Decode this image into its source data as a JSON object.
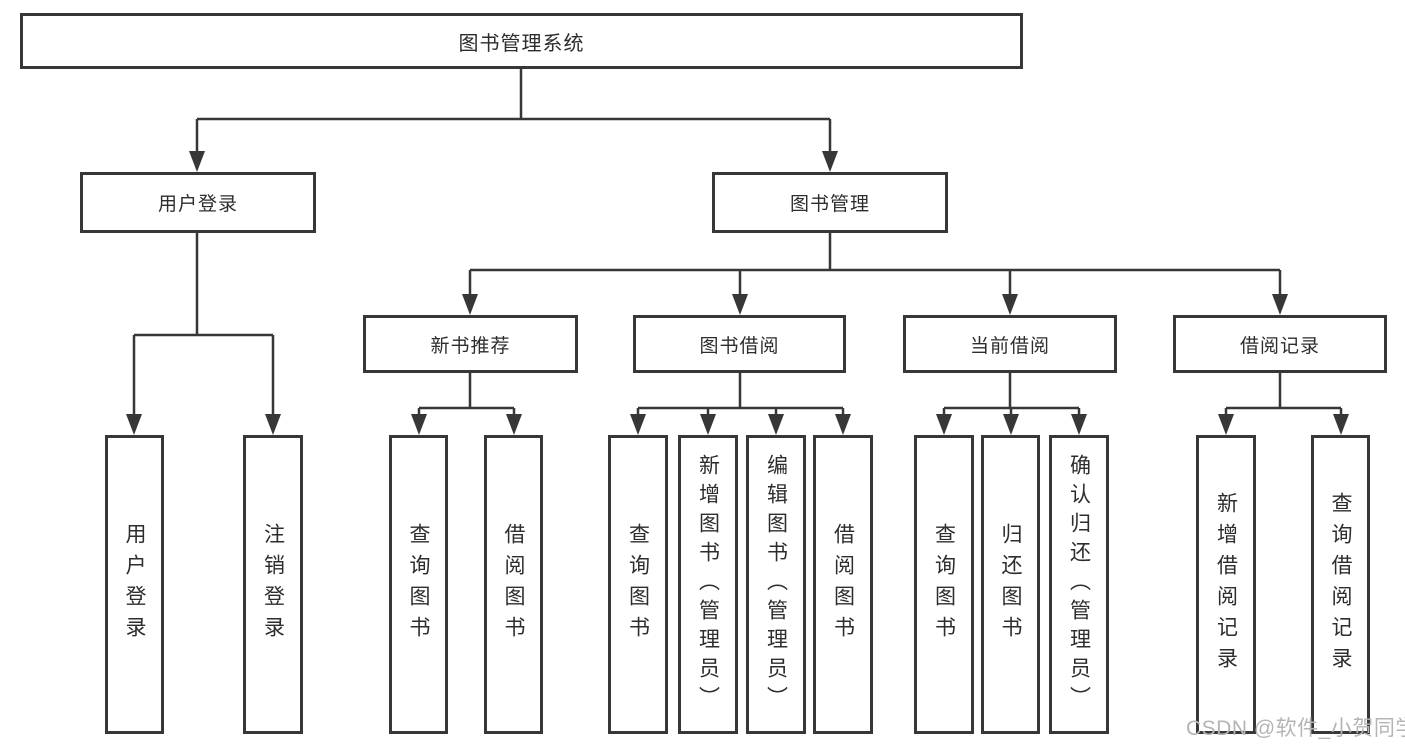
{
  "diagram": {
    "title": "图书管理系统",
    "root": {
      "label": "图书管理系统",
      "children": [
        {
          "label": "用户登录",
          "children": [
            {
              "label": "用户登录"
            },
            {
              "label": "注销登录"
            }
          ]
        },
        {
          "label": "图书管理",
          "children": [
            {
              "label": "新书推荐",
              "children": [
                {
                  "label": "查询图书"
                },
                {
                  "label": "借阅图书"
                }
              ]
            },
            {
              "label": "图书借阅",
              "children": [
                {
                  "label": "查询图书"
                },
                {
                  "label": "新增图书（管理员）"
                },
                {
                  "label": "编辑图书（管理员）"
                },
                {
                  "label": "借阅图书"
                }
              ]
            },
            {
              "label": "当前借阅",
              "children": [
                {
                  "label": "查询图书"
                },
                {
                  "label": "归还图书"
                },
                {
                  "label": "确认归还（管理员）"
                }
              ]
            },
            {
              "label": "借阅记录",
              "children": [
                {
                  "label": "新增借阅记录"
                },
                {
                  "label": "查询借阅记录"
                }
              ]
            }
          ]
        }
      ]
    }
  },
  "watermark": {
    "text": "CSDN @软件_小贺同学"
  },
  "colors": {
    "line": "#373737",
    "box_border": "#373737",
    "text": "#2d2d2d",
    "watermark": "#b5b5b5",
    "background": "#ffffff"
  }
}
